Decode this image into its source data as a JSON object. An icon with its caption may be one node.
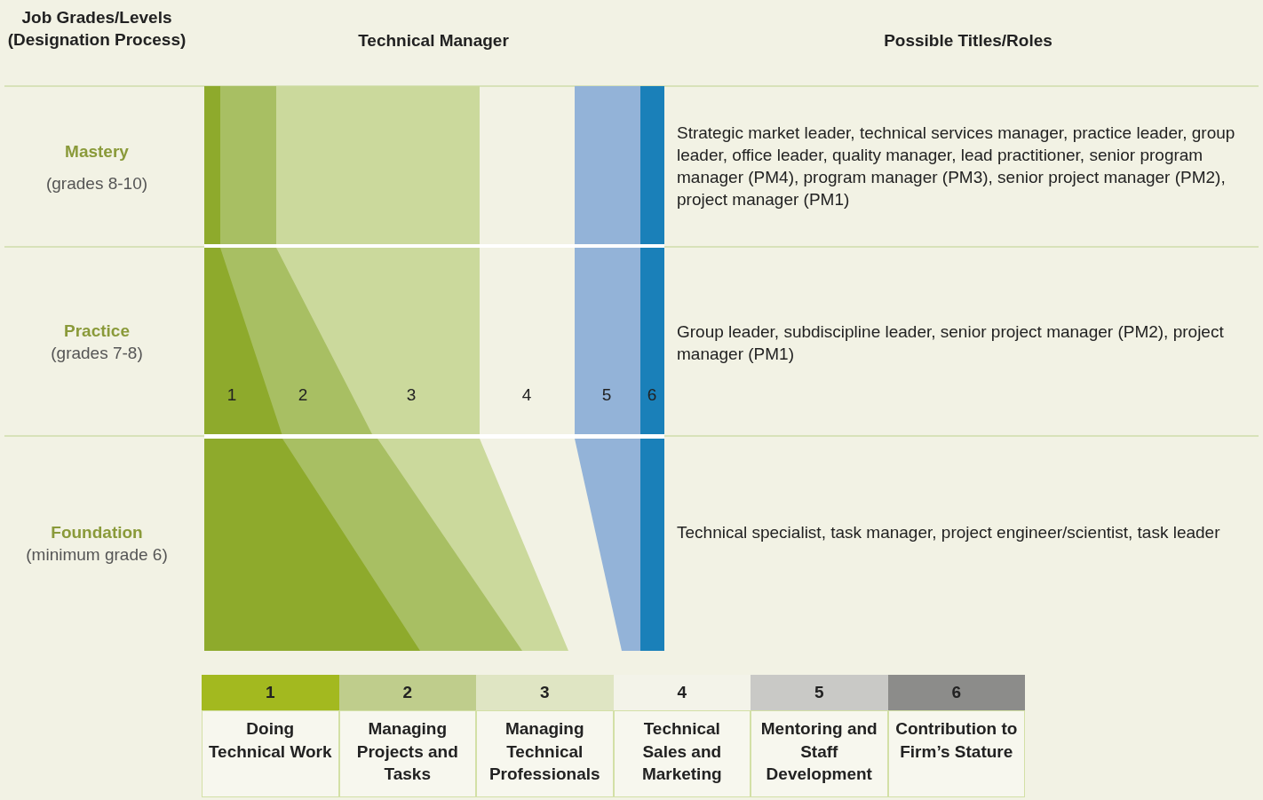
{
  "diagram": {
    "labels": [
      "Job Grades/Levels (Designation Process)",
      "Technical Manager",
      "Possible Titles/Roles",
      "Mastery",
      "(grades 8-10)",
      "Strategic market leader, technical services manager, practice leader, group leader, office leader, quality manager, lead practitioner, senior program manager (PM4), program manager (PM3), senior project manager (PM2), project manager (PM1)",
      "Practice",
      "(grades 7-8)",
      "1",
      "2",
      "3",
      "4",
      "5",
      "6",
      "Group leader, subdiscipline leader, senior project manager (PM2), project manager (PM1)",
      "Foundation",
      "(minimum grade 6)",
      "Technical specialist, task manager, project engineer/scientist, task leader",
      "1",
      "2",
      "3",
      "4",
      "5",
      "6"
    ],
    "legend": [
      {
        "text": "Doing Technical Work",
        "color": "#a3b91f"
      },
      {
        "text": "Managing Projects and Tasks",
        "color": "#bfcd8c"
      },
      {
        "text": "Managing Technical Professionals",
        "color": "#dfe5c3"
      },
      {
        "text": "Technical Sales and Marketing",
        "color": "#f3f3e9"
      },
      {
        "text": "Mentoring and Staff Development",
        "color": "#c9c9c6"
      },
      {
        "text": "Contribution to Firm’s Stature",
        "color": "#8c8c8a"
      }
    ]
  }
}
